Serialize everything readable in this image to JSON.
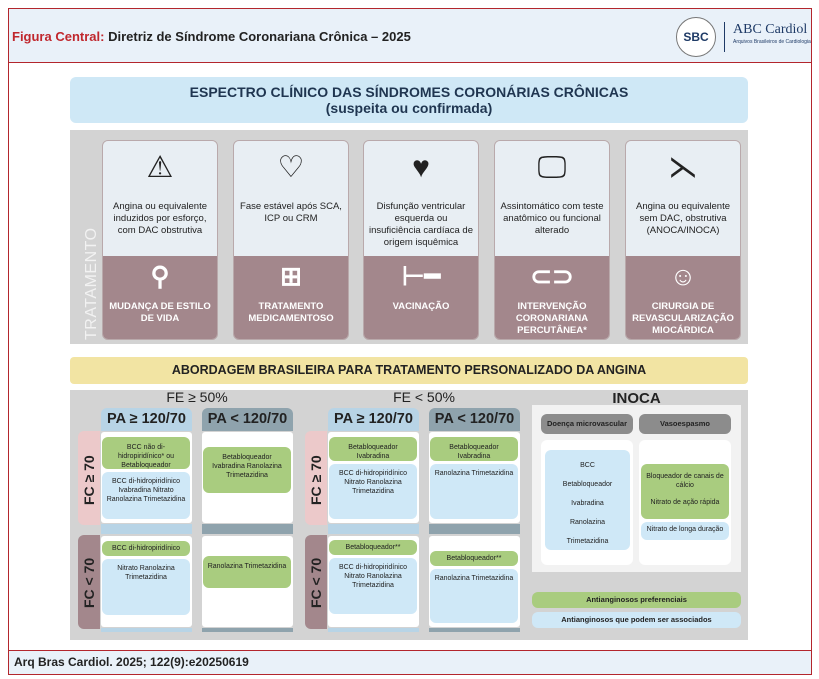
{
  "header": {
    "title_prefix": "Figura Central:",
    "title": "Diretriz de Síndrome Coronariana Crônica – 2025",
    "logo_sbc": "SBC",
    "logo_abc": "ABC Cardiol",
    "logo_abc_sub": "Arquivos Brasileiros de Cardiologia"
  },
  "banner1": {
    "line1": "ESPECTRO CLÍNICO DAS SÍNDROMES CORONÁRIAS CRÔNICAS",
    "line2": "(suspeita ou confirmada)"
  },
  "treatment_label": "TRATAMENTO",
  "cards": [
    {
      "condition": "Angina ou equivalente induzidos por esforço, com DAC obstrutiva",
      "treatment": "MUDANÇA DE ESTILO DE VIDA",
      "icon": "person-chest-pain-icon",
      "ticon": "bicycle-icon"
    },
    {
      "condition": "Fase estável após SCA, ICP ou CRM",
      "treatment": "TRATAMENTO MEDICAMENTOSO",
      "icon": "heart-warning-icon",
      "ticon": "pill-bottle-icon"
    },
    {
      "condition": "Disfunção ventricular esquerda ou insuficiência cardíaca de origem isquêmica",
      "treatment": "VACINAÇÃO",
      "icon": "heart-icon",
      "ticon": "syringe-icon"
    },
    {
      "condition": "Assintomático com teste anatômico ou funcional alterado",
      "treatment": "INTERVENÇÃO CORONARIANA PERCUTÂNEA*",
      "icon": "monitor-heart-icon",
      "ticon": "stent-icon"
    },
    {
      "condition": "Angina ou equivalente sem DAC, obstrutiva (ANOCA/INOCA)",
      "treatment": "CIRURGIA DE REVASCULARIZAÇÃO MIOCÁRDICA",
      "icon": "vessels-icon",
      "ticon": "surgeon-icon"
    }
  ],
  "banner2": "ABORDAGEM BRASILEIRA PARA TRATAMENTO PERSONALIZADO DA ANGINA",
  "groups": [
    {
      "fe": "FE ≥ 50%",
      "pa_high": "PA ≥ 120/70",
      "pa_low": "PA < 120/70",
      "fc_high": "FC ≥ 70",
      "fc_low": "FC < 70",
      "hh_g": "BCC não di-hidropiridínico* ou Betabloqueador",
      "hh_b": "BCC di-hidropiridínico Ivabradina Nitrato Ranolazina Trimetazidina",
      "hl_g": "Betabloqueador Ivabradina Ranolazina Trimetazidina",
      "lh_g": "BCC di-hidropiridínico",
      "lh_b": "Nitrato Ranolazina Trimetazidina",
      "ll_g": "Ranolazina Trimetazidina"
    },
    {
      "fe": "FE < 50%",
      "pa_high": "PA ≥ 120/70",
      "pa_low": "PA < 120/70",
      "fc_high": "FC ≥ 70",
      "fc_low": "FC < 70",
      "hh_g": "Betabloqueador Ivabradina",
      "hh_b": "BCC di-hidropiridínico Nitrato Ranolazina Trimetazidina",
      "hl_g": "Betabloqueador Ivabradina",
      "hl_b": "Ranolazina Trimetazidina",
      "lh_g": "Betabloqueador**",
      "lh_b": "BCC di-hidropiridínico Nitrato Ranolazina Trimetazidina",
      "ll_g": "Betabloqueador**",
      "ll_b": "Ranolazina Trimetazidina"
    }
  ],
  "inoca": {
    "title": "INOCA",
    "micro": "Doença microvascular",
    "vaso": "Vasoespasmo",
    "micro_items": [
      "BCC",
      "Betabloqueador",
      "Ivabradina",
      "Ranolazina",
      "Trimetazidina"
    ],
    "vaso_g1": "Bloqueador de canais de cálcio",
    "vaso_g2": "Nitrato de ação rápida",
    "vaso_b": "Nitrato de longa duração"
  },
  "legend": {
    "preferred": "Antianginosos preferenciais",
    "associated": "Antianginosos que podem ser associados"
  },
  "colors": {
    "red": "#c0272d",
    "mauve": "#a3878c",
    "green": "#a9cc7f",
    "blue": "#cfe8f7"
  },
  "footer": "Arq Bras Cardiol. 2025; 122(9):e20250619"
}
